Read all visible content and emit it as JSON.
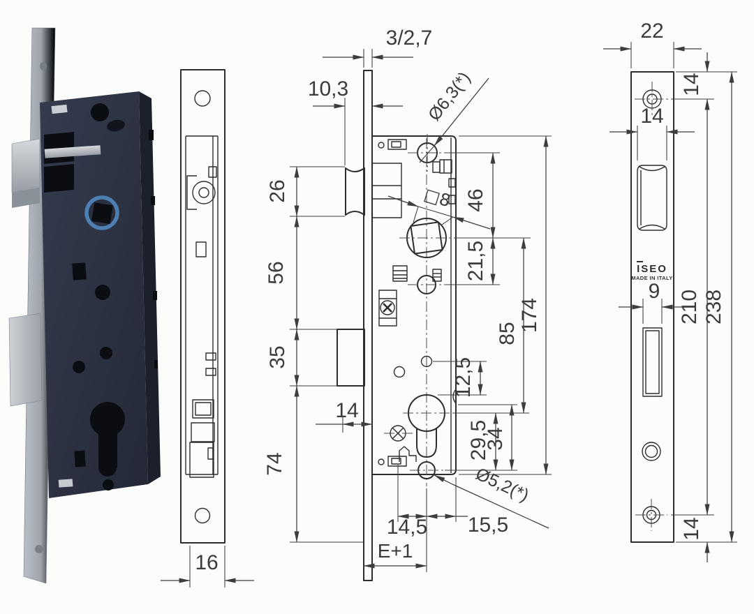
{
  "drawing_type": "lock technical drawing",
  "colors": {
    "line": "#2d2d2d",
    "dimension": "#3d3d3d",
    "background": "#fcfcfb",
    "lock_body": "#2e3443",
    "faceplate_metal": "#a7adb5",
    "bolt_metal": "#c9cdd2",
    "spindle_ring_blue": "#4e7fb2"
  },
  "side_view": {
    "case_depth": "16"
  },
  "main_view": {
    "plate_thickness": "3/2,7",
    "front_offset": "10,3",
    "top_hole_dia": "Ø6,3(*)",
    "roller_height": "26",
    "mid_height": "56",
    "deadbolt_height": "35",
    "lower_height": "74",
    "deadbolt_dim": "14",
    "spindle_square": "□8",
    "hole_to_spindle": "46",
    "spindle_to_hole": "21,5",
    "case_height": "174",
    "spindle_to_cylinder": "85",
    "cyl_offset_1": "12,5",
    "cyl_offset_2": "29,5",
    "cyl_offset_3": "34",
    "bottom_front": "14,5",
    "bottom_back": "15,5",
    "backset": "E+1",
    "bottom_hole_dia": "Ø5,2(*)"
  },
  "faceplate_view": {
    "width": "22",
    "top_hole_offset": "14",
    "roller_width": "14",
    "slot_width": "9",
    "screw_distance": "210",
    "total_height": "238",
    "bottom_hole_offset": "14",
    "logo": "ISEO",
    "made_in": "MADE IN ITALY"
  }
}
